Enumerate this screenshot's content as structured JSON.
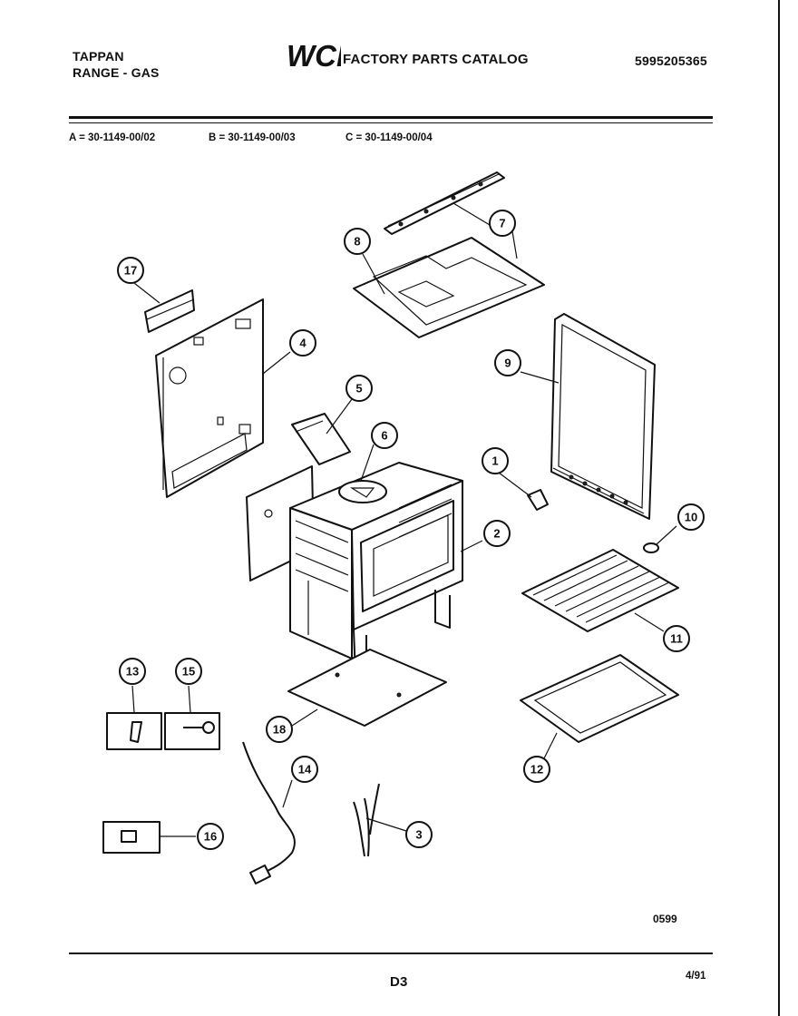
{
  "header": {
    "brand": "TAPPAN",
    "product": "RANGE - GAS",
    "logo_text": "WCI",
    "catalog_title": "FACTORY PARTS CATALOG",
    "catalog_number": "5995205365"
  },
  "models": {
    "a": "A = 30-1149-00/02",
    "b": "B = 30-1149-00/03",
    "c": "C = 30-1149-00/04"
  },
  "callouts": [
    "1",
    "2",
    "3",
    "4",
    "5",
    "6",
    "7",
    "8",
    "9",
    "10",
    "11",
    "12",
    "13",
    "14",
    "15",
    "16",
    "17",
    "18"
  ],
  "footer": {
    "ref_code": "0599",
    "page": "D3",
    "date": "4/91"
  }
}
